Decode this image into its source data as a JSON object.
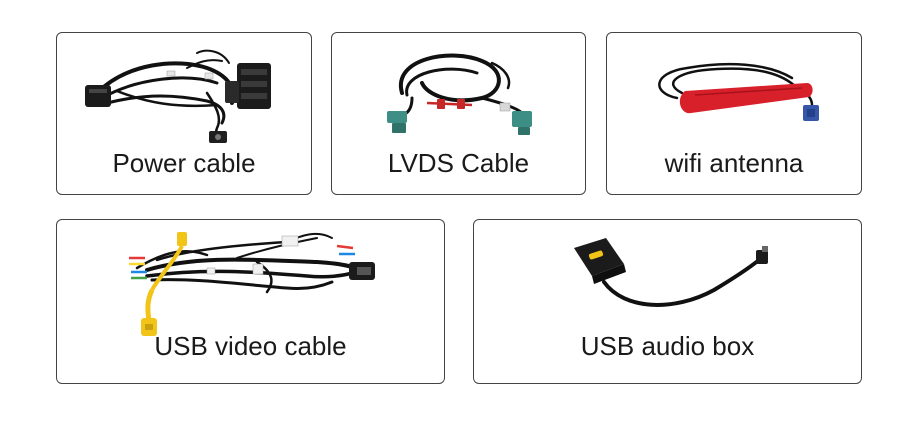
{
  "products": [
    {
      "id": "power",
      "label": "Power cable",
      "image": "power-cable-harness"
    },
    {
      "id": "lvds",
      "label": "LVDS Cable",
      "image": "lvds-cable"
    },
    {
      "id": "wifi",
      "label": "wifi antenna",
      "image": "wifi-antenna"
    },
    {
      "id": "usb-video",
      "label": "USB video cable",
      "image": "usb-video-cable"
    },
    {
      "id": "usb-audio",
      "label": "USB audio box",
      "image": "usb-audio-box"
    }
  ],
  "colors": {
    "border": "#444444",
    "text": "#1a1a1a",
    "cable": "#111111",
    "connector_green": "#3d8f86",
    "antenna_red": "#d8202a",
    "antenna_blue": "#3657a8",
    "rca_yellow": "#f2c418"
  }
}
